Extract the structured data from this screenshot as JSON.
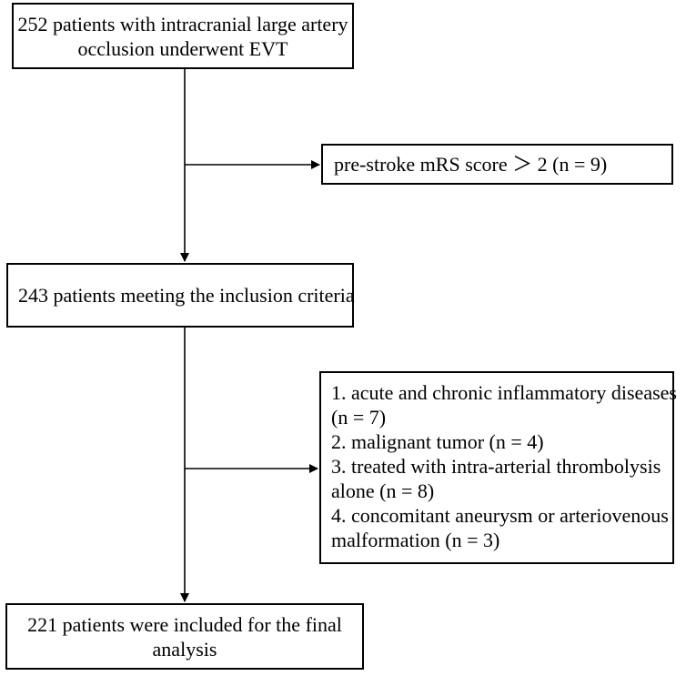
{
  "boxes": {
    "start": {
      "lines": [
        "252 patients with intracranial large artery",
        "occlusion underwent EVT"
      ]
    },
    "exclusion_1": {
      "text": "pre-stroke mRS score ＞ 2 (n = 9)"
    },
    "inclusion": {
      "text": "243 patients meeting the  inclusion criteria"
    },
    "exclusion_2": {
      "lines": [
        "1. acute and chronic inflammatory diseases",
        "(n = 7)",
        "2. malignant tumor (n = 4)",
        "3.  treated with intra-arterial thrombolysis",
        "alone (n = 8)",
        "4. concomitant aneurysm or arteriovenous",
        "malformation (n = 3)"
      ]
    },
    "final": {
      "lines": [
        "221 patients were included for the final",
        "analysis"
      ]
    }
  }
}
